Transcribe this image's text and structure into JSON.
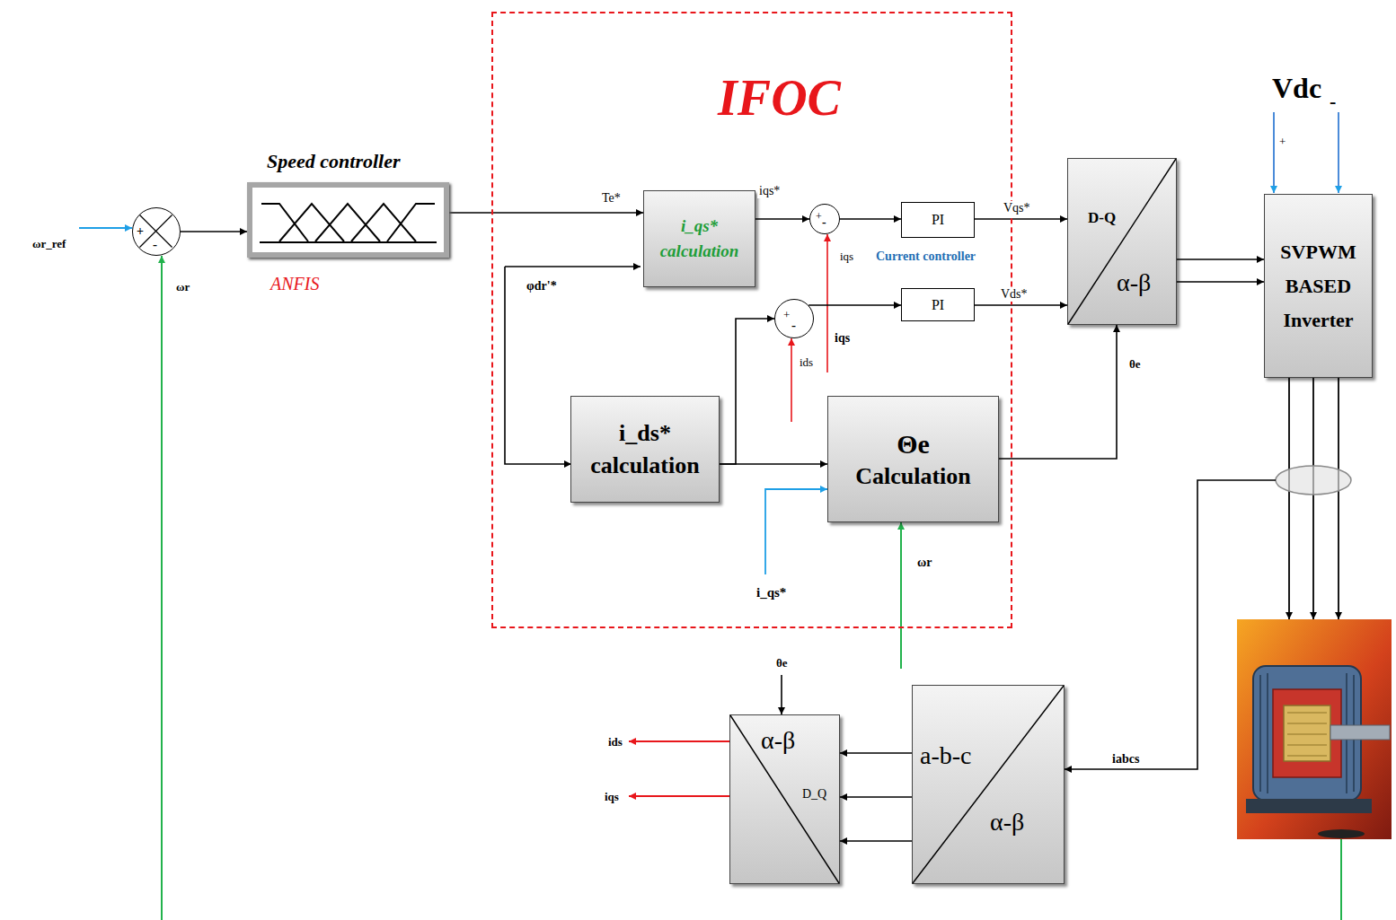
{
  "diagram": {
    "nodes": [
      {
        "text": [
          "+",
          "-"
        ]
      },
      {
        "text": [
          "Speed controller",
          "ANFIS"
        ]
      },
      {
        "text": [
          "IFOC"
        ]
      },
      {
        "text": [
          "i_qs* calculation"
        ],
        "in": 2
      },
      {
        "text": [
          "+",
          "-"
        ],
        "in": 2
      },
      {
        "text": [
          "PI"
        ],
        "in": 2
      },
      {
        "text": [
          "+",
          "-"
        ],
        "in": 2
      },
      {
        "text": [
          "PI"
        ],
        "in": 2
      },
      {
        "text": [
          "i_ds* calculation"
        ],
        "in": 2
      },
      {
        "text": [
          "Θe",
          "Calculation"
        ],
        "in": 2
      },
      {
        "text": [
          "D-Q",
          "α-β"
        ]
      },
      {
        "text": [
          "SVPWM BASED Inverter"
        ]
      },
      {
        "text": [
          "a-b-c",
          "α-β"
        ]
      },
      {
        "text": [
          "α-β",
          "D_Q"
        ]
      }
    ],
    "edges": [
      {
        "from": 0,
        "to": 1,
        "arrow": "to"
      },
      {
        "from": 1,
        "to": 3,
        "label": "Te*",
        "arrow": "to"
      },
      {
        "from": 3,
        "to": 4,
        "label": "iqs*",
        "arrow": "to"
      },
      {
        "from": 4,
        "to": 5,
        "arrow": "to"
      },
      {
        "from": 5,
        "to": 10,
        "label": "Vqs*",
        "arrow": "to"
      },
      {
        "from": 8,
        "to": 6,
        "arrow": "to"
      },
      {
        "from": 8,
        "to": 9,
        "arrow": "to"
      },
      {
        "from": 6,
        "to": 7,
        "arrow": "to"
      },
      {
        "from": 7,
        "to": 10,
        "label": "Vds*",
        "arrow": "to"
      },
      {
        "from": 9,
        "to": 10,
        "label": "θe",
        "arrow": "to"
      },
      {
        "from": 10,
        "to": 11,
        "arrow": "to"
      },
      {
        "from": 10,
        "to": 11,
        "arrow": "to"
      },
      {
        "from": 12,
        "to": 13,
        "arrow": "to"
      },
      {
        "from": 12,
        "to": 13,
        "arrow": "to"
      },
      {
        "from": 12,
        "to": 13,
        "arrow": "to"
      }
    ],
    "labels": [
      "ωr_ref",
      "ωr",
      "φdr'*",
      "iqs",
      "Current controller",
      "iqs",
      "ids",
      "i_qs*",
      "ωr",
      "θe",
      "ids",
      "iqs",
      "iabcs",
      "Vdc",
      "+",
      "-"
    ]
  }
}
